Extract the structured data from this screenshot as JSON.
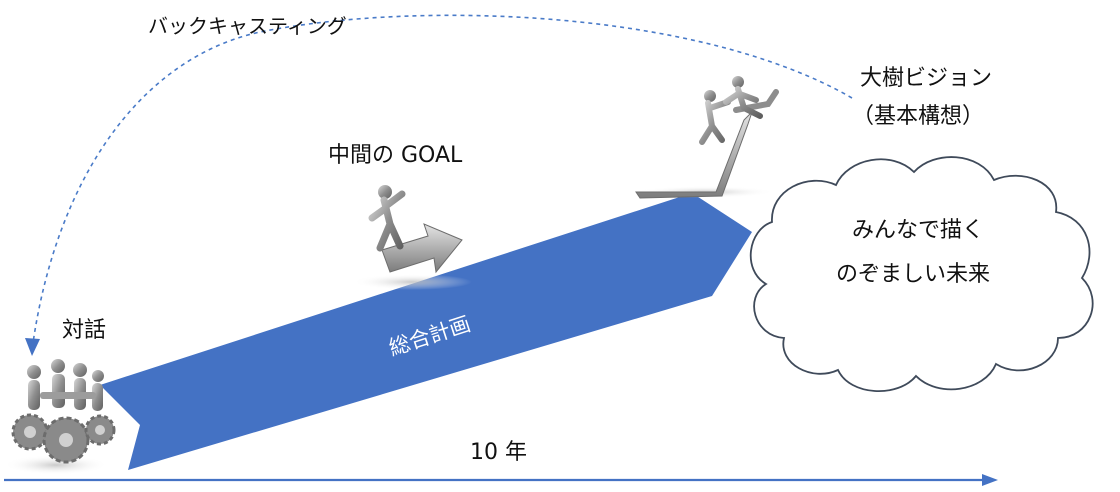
{
  "backcasting_label": "バックキャスティング",
  "vision": {
    "title": "大樹ビジョン",
    "subtitle": "（基本構想）"
  },
  "midpoint_goal_label": "中間の GOAL",
  "comprehensive_plan_label": "総合計画",
  "future_cloud": {
    "line1": "みんなで描く",
    "line2": "のぞましい未来"
  },
  "dialogue_label": "対話",
  "timeline_label": "10 年",
  "colors": {
    "plan_arrow": "#4472C4",
    "timeline": "#4472C4",
    "dashed_curve": "#4A7BC8",
    "cloud_stroke": "#3F4A5A",
    "figure_gray": "#9A9A9A"
  }
}
